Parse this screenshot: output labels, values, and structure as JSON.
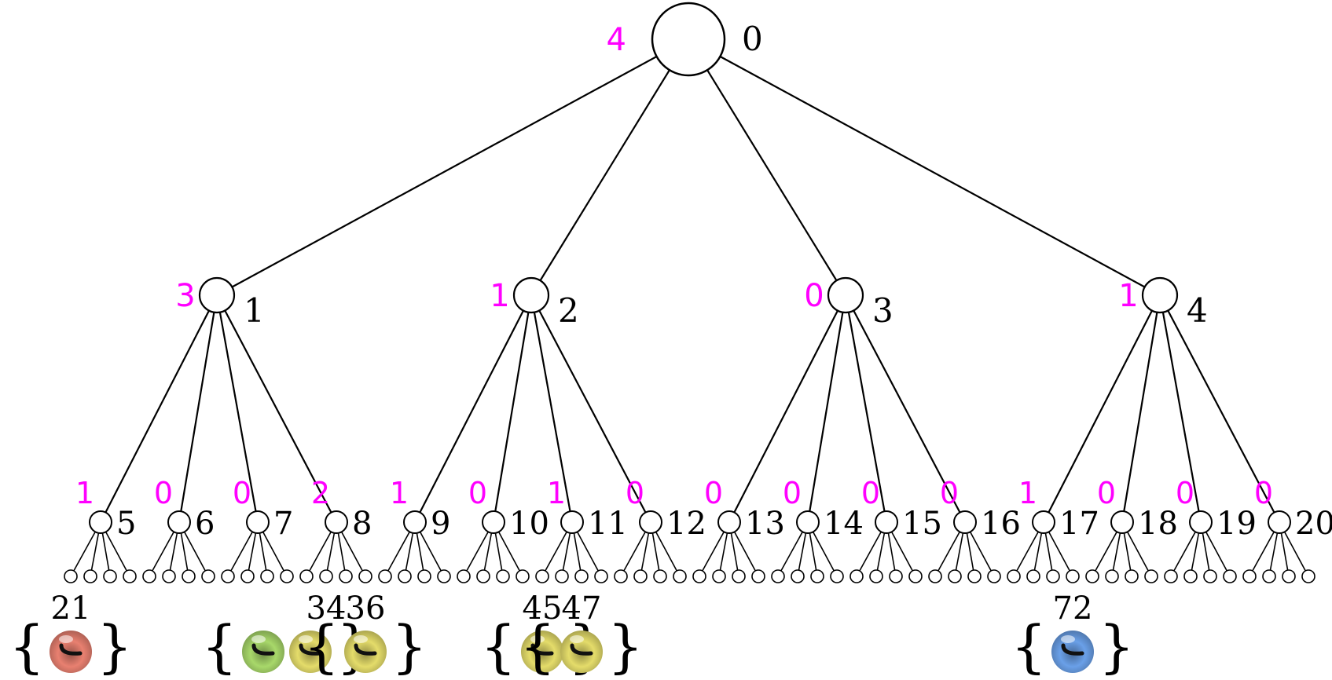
{
  "root": {
    "id": "0",
    "count": "4"
  },
  "level1": [
    {
      "id": "1",
      "count": "3"
    },
    {
      "id": "2",
      "count": "1"
    },
    {
      "id": "3",
      "count": "0"
    },
    {
      "id": "4",
      "count": "1"
    }
  ],
  "level2": [
    {
      "id": "5",
      "count": "1"
    },
    {
      "id": "6",
      "count": "0"
    },
    {
      "id": "7",
      "count": "0"
    },
    {
      "id": "8",
      "count": "2"
    },
    {
      "id": "9",
      "count": "1"
    },
    {
      "id": "10",
      "count": "0"
    },
    {
      "id": "11",
      "count": "1"
    },
    {
      "id": "12",
      "count": "0"
    },
    {
      "id": "13",
      "count": "0"
    },
    {
      "id": "14",
      "count": "0"
    },
    {
      "id": "15",
      "count": "0"
    },
    {
      "id": "16",
      "count": "0"
    },
    {
      "id": "17",
      "count": "1"
    },
    {
      "id": "18",
      "count": "0"
    },
    {
      "id": "19",
      "count": "0"
    },
    {
      "id": "20",
      "count": "0"
    }
  ],
  "leaves_per_node": 4,
  "highlighted_leaves": [
    {
      "index": 0,
      "id": "21",
      "color": "#e02020",
      "balls": [
        "#e88070"
      ]
    },
    {
      "index": 13,
      "id": "34",
      "color": "#8ccf4a",
      "balls": [
        "#a8d86a",
        "#e4dc6a"
      ]
    },
    {
      "index": 15,
      "id": "36",
      "color": "#e8e020",
      "balls": [
        "#e4dc6a"
      ]
    },
    {
      "index": 24,
      "id": "45",
      "color": "#e8e020",
      "balls": [
        "#e4dc6a"
      ]
    },
    {
      "index": 26,
      "id": "47",
      "color": "#e8e020",
      "balls": [
        "#e4dc6a"
      ]
    },
    {
      "index": 51,
      "id": "72",
      "color": "#3a5fc8",
      "balls": [
        "#6aa0e8"
      ]
    }
  ],
  "colors": {
    "count_label": "#ff00ff",
    "stroke": "#000000",
    "node_fill": "#ffffff"
  }
}
